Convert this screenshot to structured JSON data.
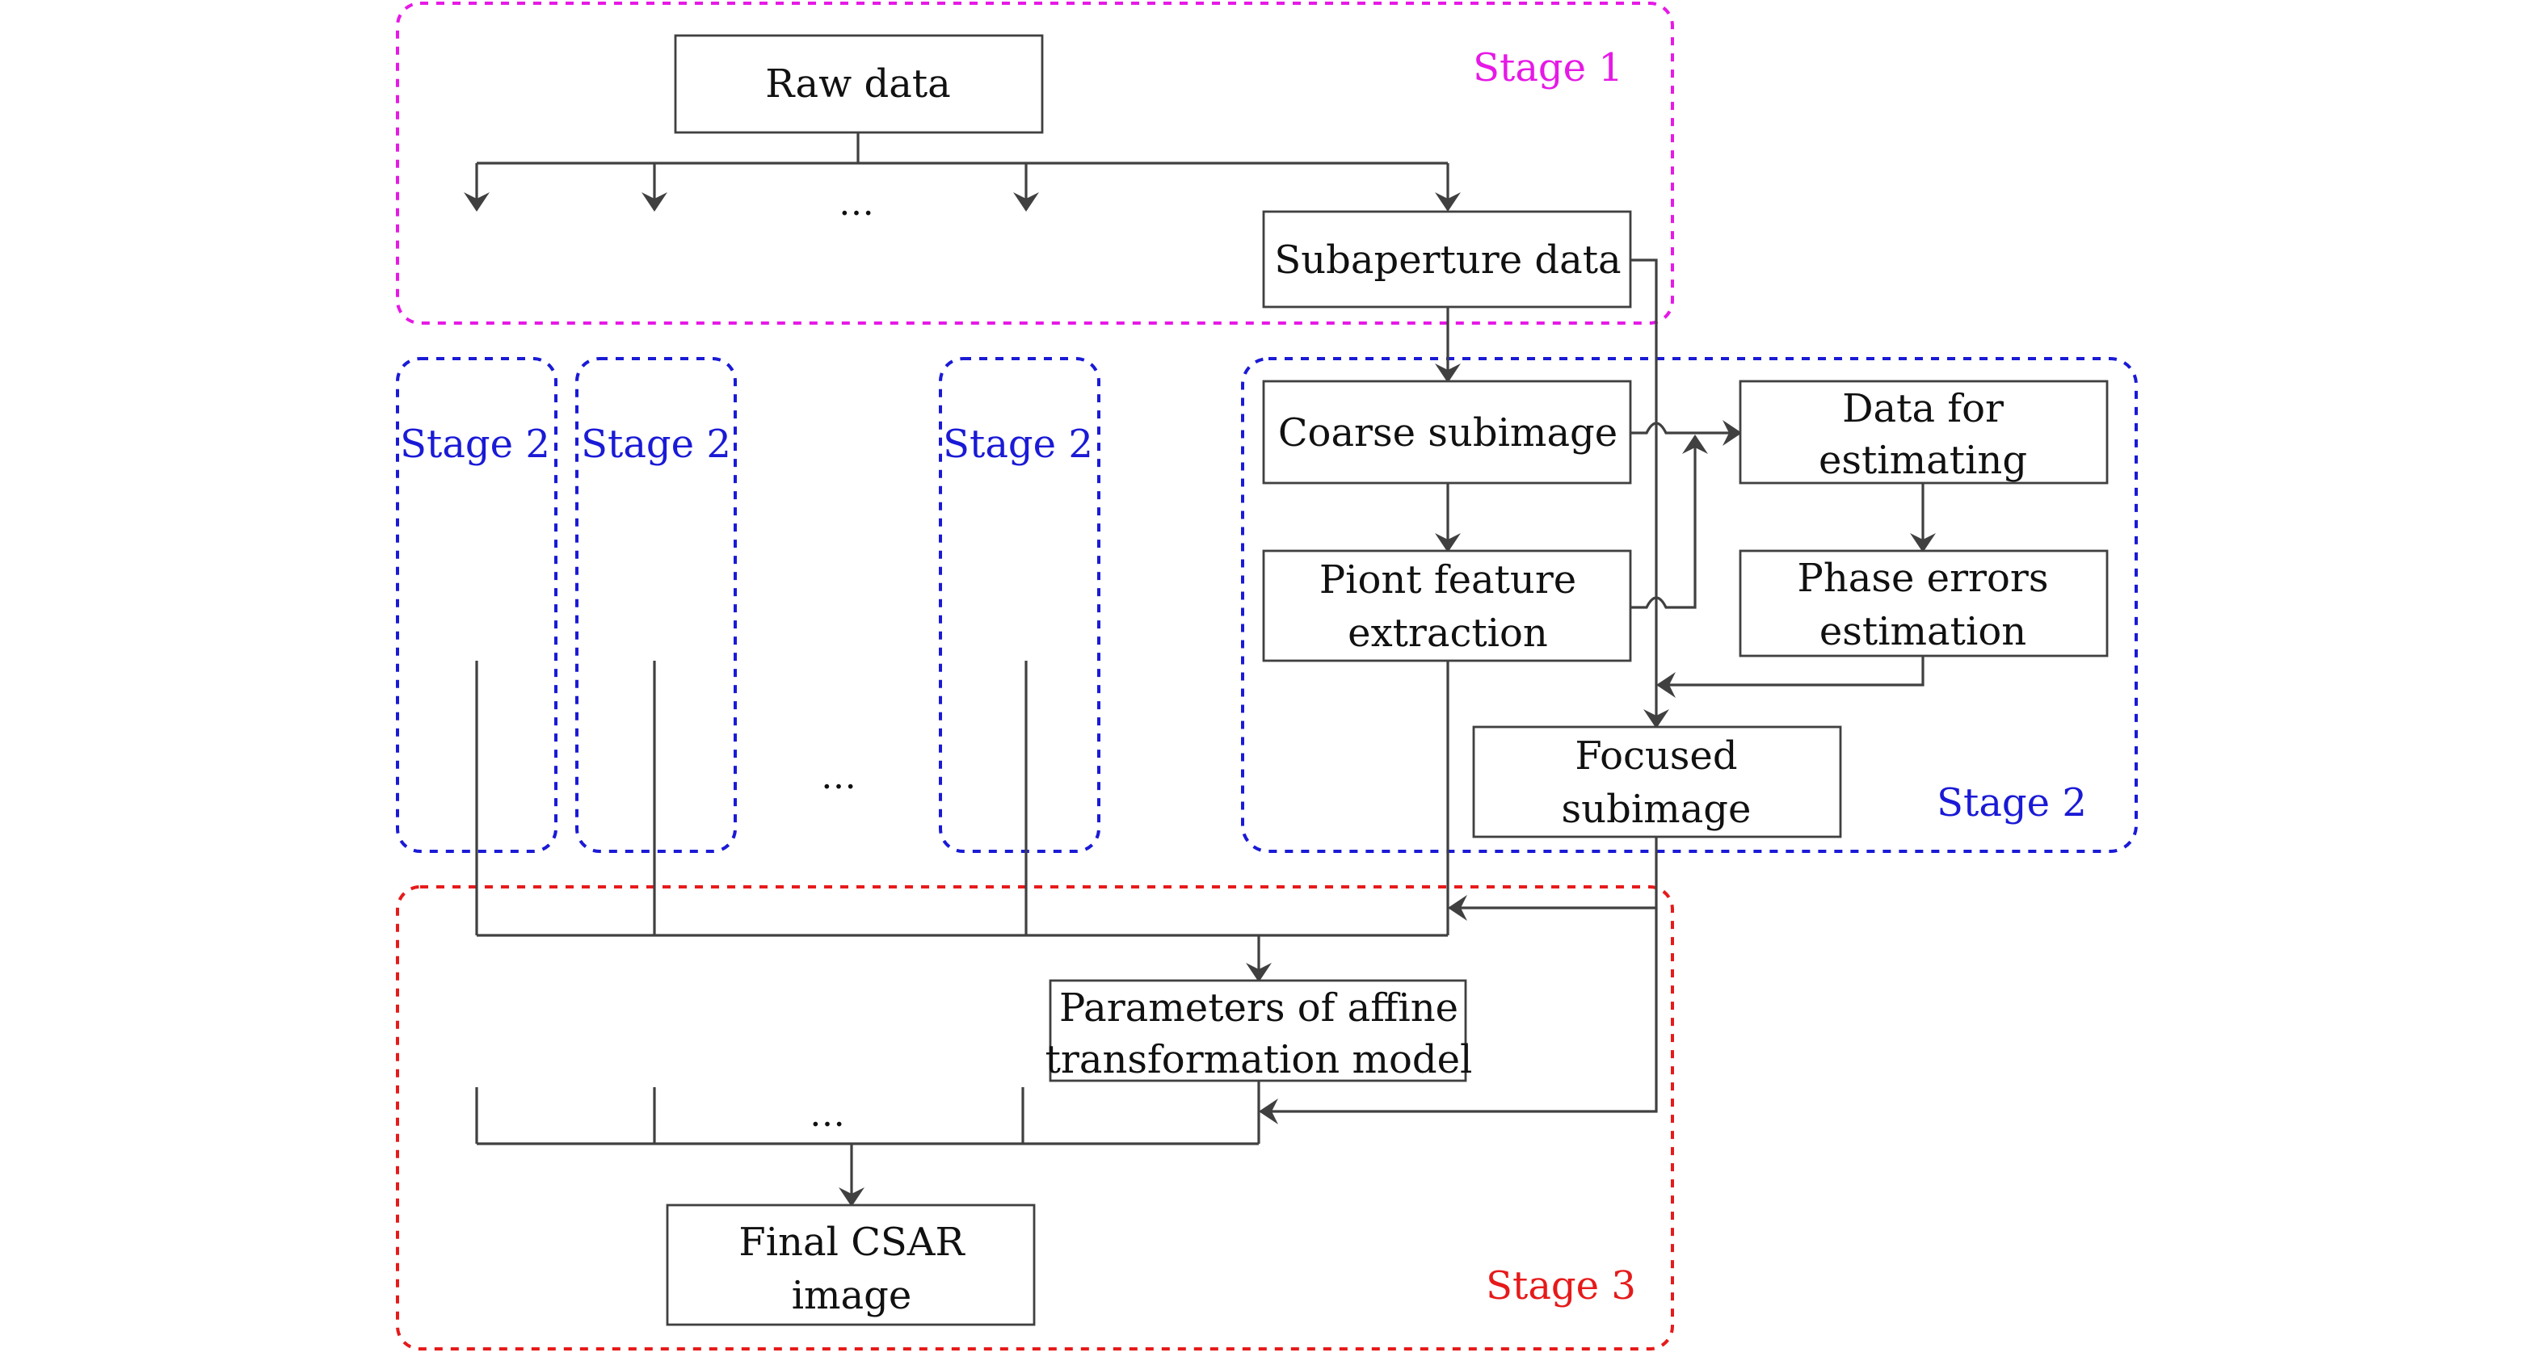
{
  "figure": {
    "title": "CSAR processing pipeline diagram"
  },
  "colors": {
    "stage1": "#e619e6",
    "stage2": "#1a1ad6",
    "stage3": "#e61a1a",
    "edge": "#404040"
  },
  "stages": {
    "stage1_label": "Stage 1",
    "stage2_label": "Stage 2",
    "stage3_label": "Stage 3"
  },
  "nodes": {
    "raw_data": "Raw data",
    "subaperture_data": "Subaperture data",
    "coarse_subimage": "Coarse subimage",
    "point_feature_line1": "Piont feature",
    "point_feature_line2": "extraction",
    "data_for_estimating_line1": "Data for",
    "data_for_estimating_line2": "estimating",
    "phase_errors_line1": "Phase errors",
    "phase_errors_line2": "estimation",
    "focused_line1": "Focused",
    "focused_line2": "subimage",
    "affine_line1": "Parameters of affine",
    "affine_line2": "transformation model",
    "final_line1": "Final CSAR",
    "final_line2": "image"
  },
  "ellipsis": "…"
}
